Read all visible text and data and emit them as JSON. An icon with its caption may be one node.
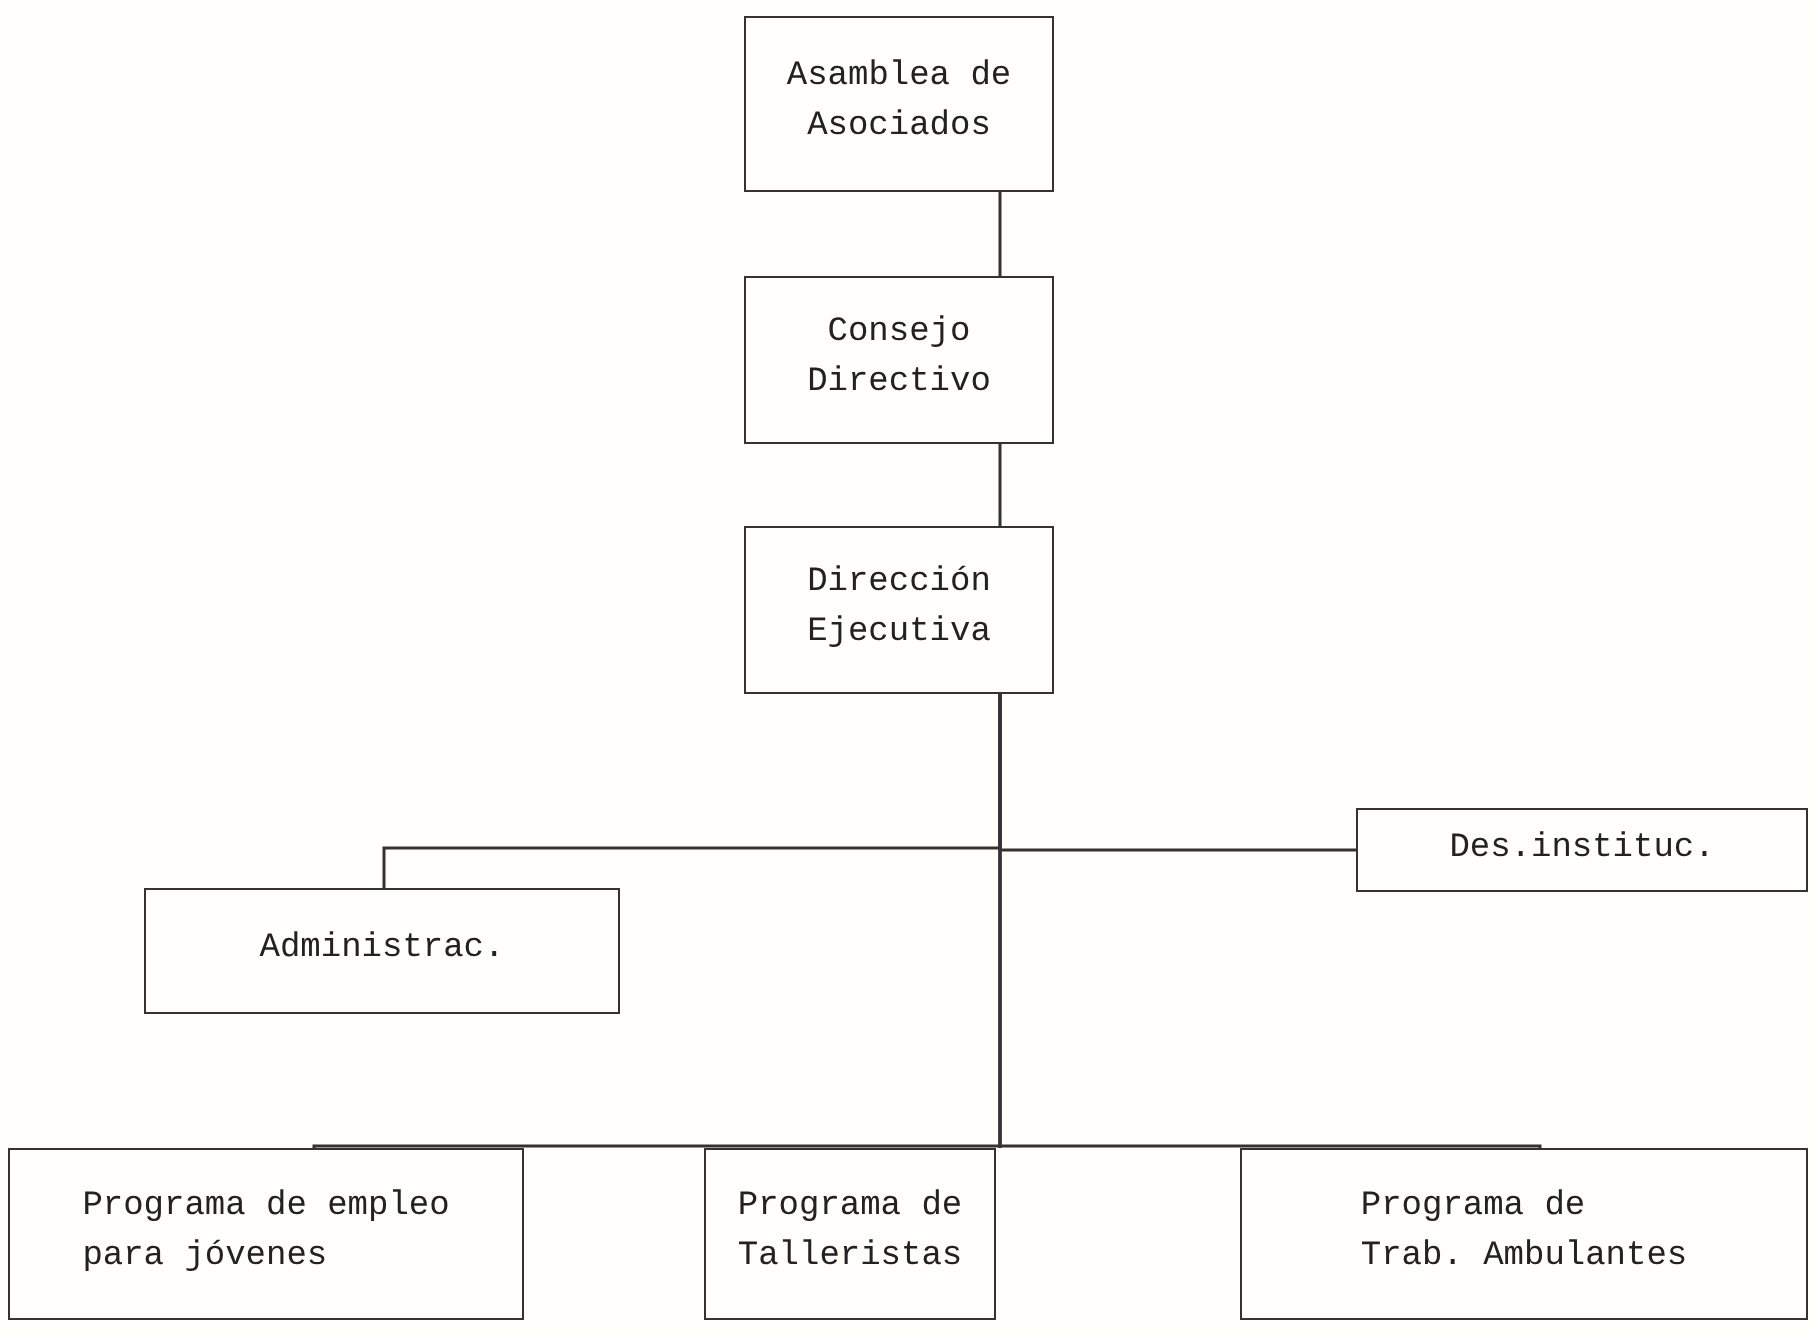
{
  "diagram": {
    "nodes": [
      {
        "text": [
          "Asamblea de Asociados"
        ]
      },
      {
        "text": [
          "Consejo Directivo"
        ]
      },
      {
        "text": [
          "Dirección Ejecutiva"
        ]
      },
      {
        "text": [
          "Des.instituc."
        ]
      },
      {
        "text": [
          "Administrac."
        ]
      },
      {
        "text": [
          "Programa de empleo para jóvenes"
        ]
      },
      {
        "text": [
          "Programa de Talleristas"
        ]
      },
      {
        "text": [
          "Programa de Trab. Ambulantes"
        ]
      }
    ],
    "edges": [
      {
        "from": 0,
        "to": 1,
        "arrow": "none"
      },
      {
        "from": 1,
        "to": 2,
        "arrow": "none"
      },
      {
        "from": 2,
        "to": 3,
        "arrow": "none"
      },
      {
        "from": 2,
        "to": 4,
        "arrow": "none"
      },
      {
        "from": 2,
        "to": 5,
        "arrow": "none"
      },
      {
        "from": 2,
        "to": 6,
        "arrow": "none"
      },
      {
        "from": 2,
        "to": 7,
        "arrow": "none"
      }
    ]
  }
}
